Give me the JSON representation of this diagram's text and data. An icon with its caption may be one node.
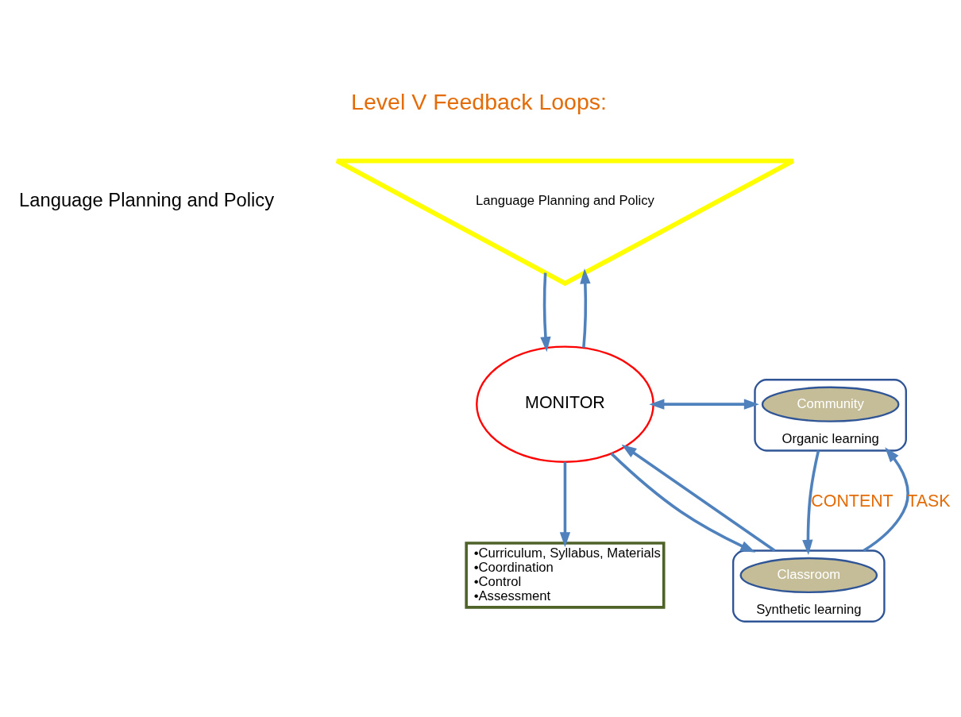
{
  "diagram": {
    "title": "Level V Feedback Loops:",
    "nodes": [
      {
        "text": [
          "Language Planning and Policy"
        ]
      },
      {
        "text": [
          "MONITOR"
        ]
      },
      {
        "text": [
          "•Curriculum, Syllabus, Materials",
          "•Coordination",
          "•Control",
          "•Assessment"
        ]
      },
      {
        "text": [
          "Organic learning"
        ]
      },
      {
        "text": [
          "Community"
        ],
        "in": 3
      },
      {
        "text": [
          "Synthetic learning"
        ]
      },
      {
        "text": [
          "Classroom"
        ],
        "in": 5
      }
    ],
    "edges": [
      {
        "from": 0,
        "to": 1,
        "arrow": "to"
      },
      {
        "from": 1,
        "to": 0,
        "arrow": "to"
      },
      {
        "from": 1,
        "to": 3,
        "arrow": "to"
      },
      {
        "from": 3,
        "to": 1,
        "arrow": "to"
      },
      {
        "from": 1,
        "to": 5,
        "arrow": "to"
      },
      {
        "from": 5,
        "to": 1,
        "arrow": "to"
      },
      {
        "from": 1,
        "to": 2,
        "arrow": "to"
      },
      {
        "from": 3,
        "to": 5,
        "arrow": "to",
        "label": "CONTENT"
      },
      {
        "from": 5,
        "to": 3,
        "arrow": "to",
        "label": "TASK"
      }
    ],
    "labels": [
      "Language Planning and Policy"
    ]
  }
}
